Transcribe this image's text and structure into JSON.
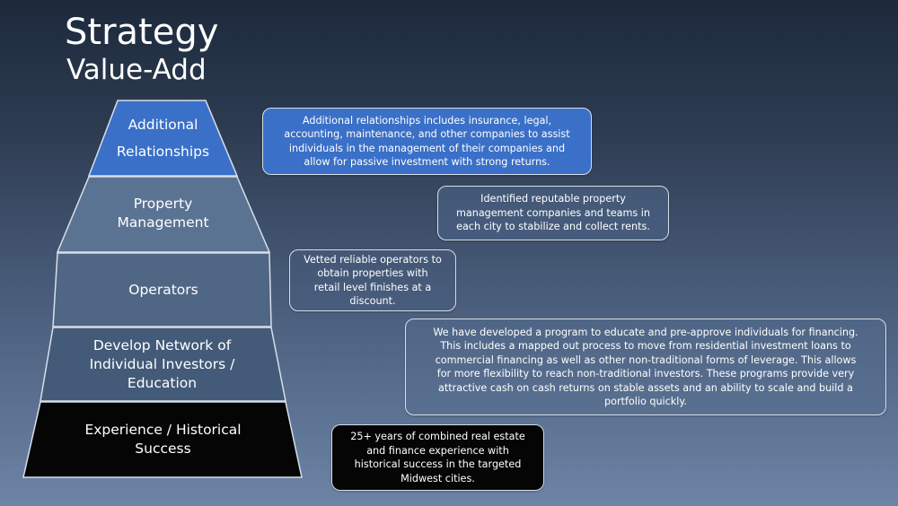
{
  "header": {
    "title": "Strategy",
    "subtitle": "Value-Add"
  },
  "pyramid": {
    "tiers": [
      {
        "label_lines": [
          "Additional",
          "Relationships"
        ],
        "fill": "#3a70c8",
        "callout_lines": [
          "Additional relationships includes insurance, legal,",
          "accounting, maintenance, and other companies to assist",
          "individuals in the management of their companies and",
          "allow for passive investment with strong returns."
        ]
      },
      {
        "label_lines": [
          "Property",
          "Management"
        ],
        "fill": "#5b7393",
        "callout_lines": [
          "Identified reputable property",
          "management companies and teams in",
          "each city to stabilize and collect rents."
        ]
      },
      {
        "label_lines": [
          "Operators"
        ],
        "fill": "#4f6785",
        "callout_lines": [
          "Vetted reliable operators to",
          "obtain properties with",
          "retail level finishes at a",
          "discount."
        ]
      },
      {
        "label_lines": [
          "Develop Network of",
          "Individual Investors /",
          "Education"
        ],
        "fill": "#435a78",
        "callout_lines": [
          "We have developed a program to educate and pre-approve individuals for financing.",
          "This includes a mapped out process to move from residential investment loans to",
          "commercial financing as well as other non-traditional forms of leverage. This allows",
          "for more flexibility to reach non-traditional investors. These programs provide very",
          "attractive cash on cash returns on stable assets and an ability to scale and build a",
          "portfolio quickly."
        ]
      },
      {
        "label_lines": [
          "Experience / Historical",
          "Success"
        ],
        "fill": "#050505",
        "callout_lines": [
          "25+ years of combined real estate",
          "and finance experience with",
          "historical success in the targeted",
          "Midwest cities."
        ]
      }
    ]
  },
  "colors": {
    "accent_blue": "#3a70c8",
    "base_black": "#050505",
    "outline": "#d8dee8"
  }
}
